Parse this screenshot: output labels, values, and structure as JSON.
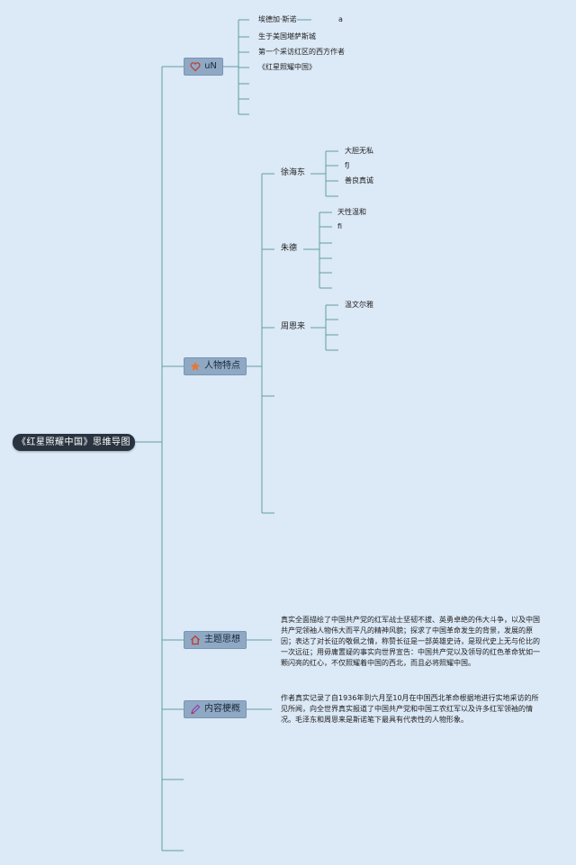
{
  "root": {
    "label": "《红星照耀中国》思维导图"
  },
  "branches": {
    "author": {
      "label": "uN",
      "icon": "heart-icon",
      "items": [
        "埃德加·斯诺",
        "生于美国堪萨斯城",
        "第一个采访红区的西方作者",
        "《红星照耀中国》"
      ],
      "stray": "a"
    },
    "characters": {
      "label": "人物特点",
      "icon": "star-icon",
      "people": [
        {
          "name": "徐海东",
          "traits": [
            "大胆无私",
            "fJ",
            "善良真诚"
          ]
        },
        {
          "name": "朱德",
          "traits": [
            "天性温和",
            "fi"
          ]
        },
        {
          "name": "周恩来",
          "traits": [
            "温文尔雅"
          ]
        }
      ]
    },
    "theme": {
      "label": "主题思想",
      "icon": "house-icon",
      "text": "真实全面描绘了中国共产党的红军战士坚韧不拔、英勇卓绝的伟大斗争，以及中国共产党领袖人物伟大而平凡的精神风貌；探求了中国革命发生的背景，发展的原因；表达了对长征的敬佩之情，称赞长征是一部英雄史诗，是现代史上无与伦比的一次远征；用毋庸置疑的事实向世界宣告：中国共产党以及领导的红色革命犹如一颗闪亮的红心，不仅照耀着中国的西北，而且必将照耀中国。"
    },
    "summary": {
      "label": "内容梗概",
      "icon": "pencil-icon",
      "text": "作者真实记录了自1936年到六月至10月在中国西北革命根据地进行实地采访的所见所闻，向全世界真实报道了中国共产党和中国工农红军以及许多红军领袖的情况。毛泽东和周恩来是斯诺笔下最具有代表性的人物形象。"
    }
  },
  "colors": {
    "line": "#5f9ea0",
    "background": "#dce9f7",
    "root": "#2a3440",
    "branch": "#8fa9c4"
  }
}
